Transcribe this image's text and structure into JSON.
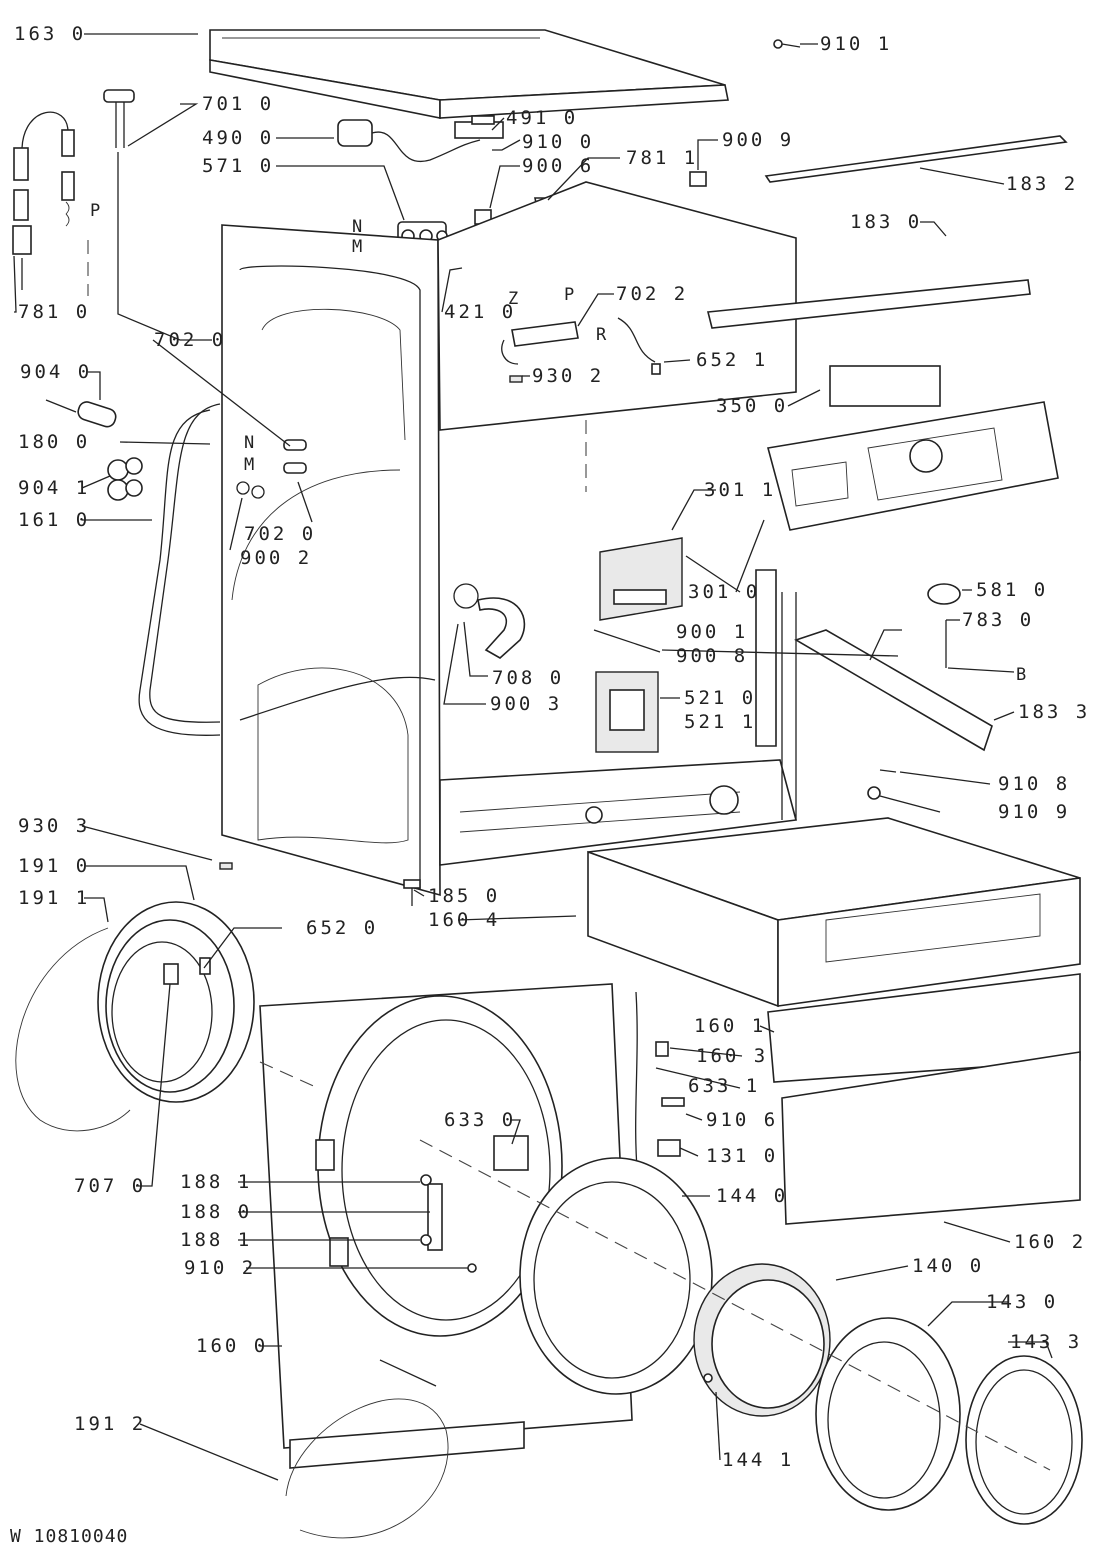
{
  "diagram": {
    "reference": "W 10810040",
    "letter_markers": [
      "N",
      "M",
      "P",
      "Z",
      "R",
      "B"
    ],
    "part_labels": [
      "163 0",
      "910 1",
      "701 0",
      "490 0",
      "491 0",
      "910 0",
      "571 0",
      "900 6",
      "781 1",
      "900 9",
      "183 2",
      "183 0",
      "781 0",
      "421 0",
      "702 2",
      "702 0",
      "652 1",
      "930 2",
      "904 0",
      "350 0",
      "904 1",
      "161 0",
      "301 1",
      "702 0",
      "900 2",
      "301 0",
      "581 0",
      "900 1",
      "783 0",
      "900 8",
      "708 0",
      "900 3",
      "521 0",
      "521 1",
      "183 3",
      "180 0",
      "910 8",
      "910 9",
      "930 3",
      "191 0",
      "191 1",
      "185 0",
      "160 4",
      "652 0",
      "160 1",
      "160 3",
      "633 1",
      "633 0",
      "910 6",
      "707 0",
      "188 1",
      "131 0",
      "188 0",
      "144 0",
      "188 1",
      "160 2",
      "910 2",
      "140 0",
      "143 0",
      "160 0",
      "143 3",
      "191 2",
      "144 1"
    ]
  }
}
